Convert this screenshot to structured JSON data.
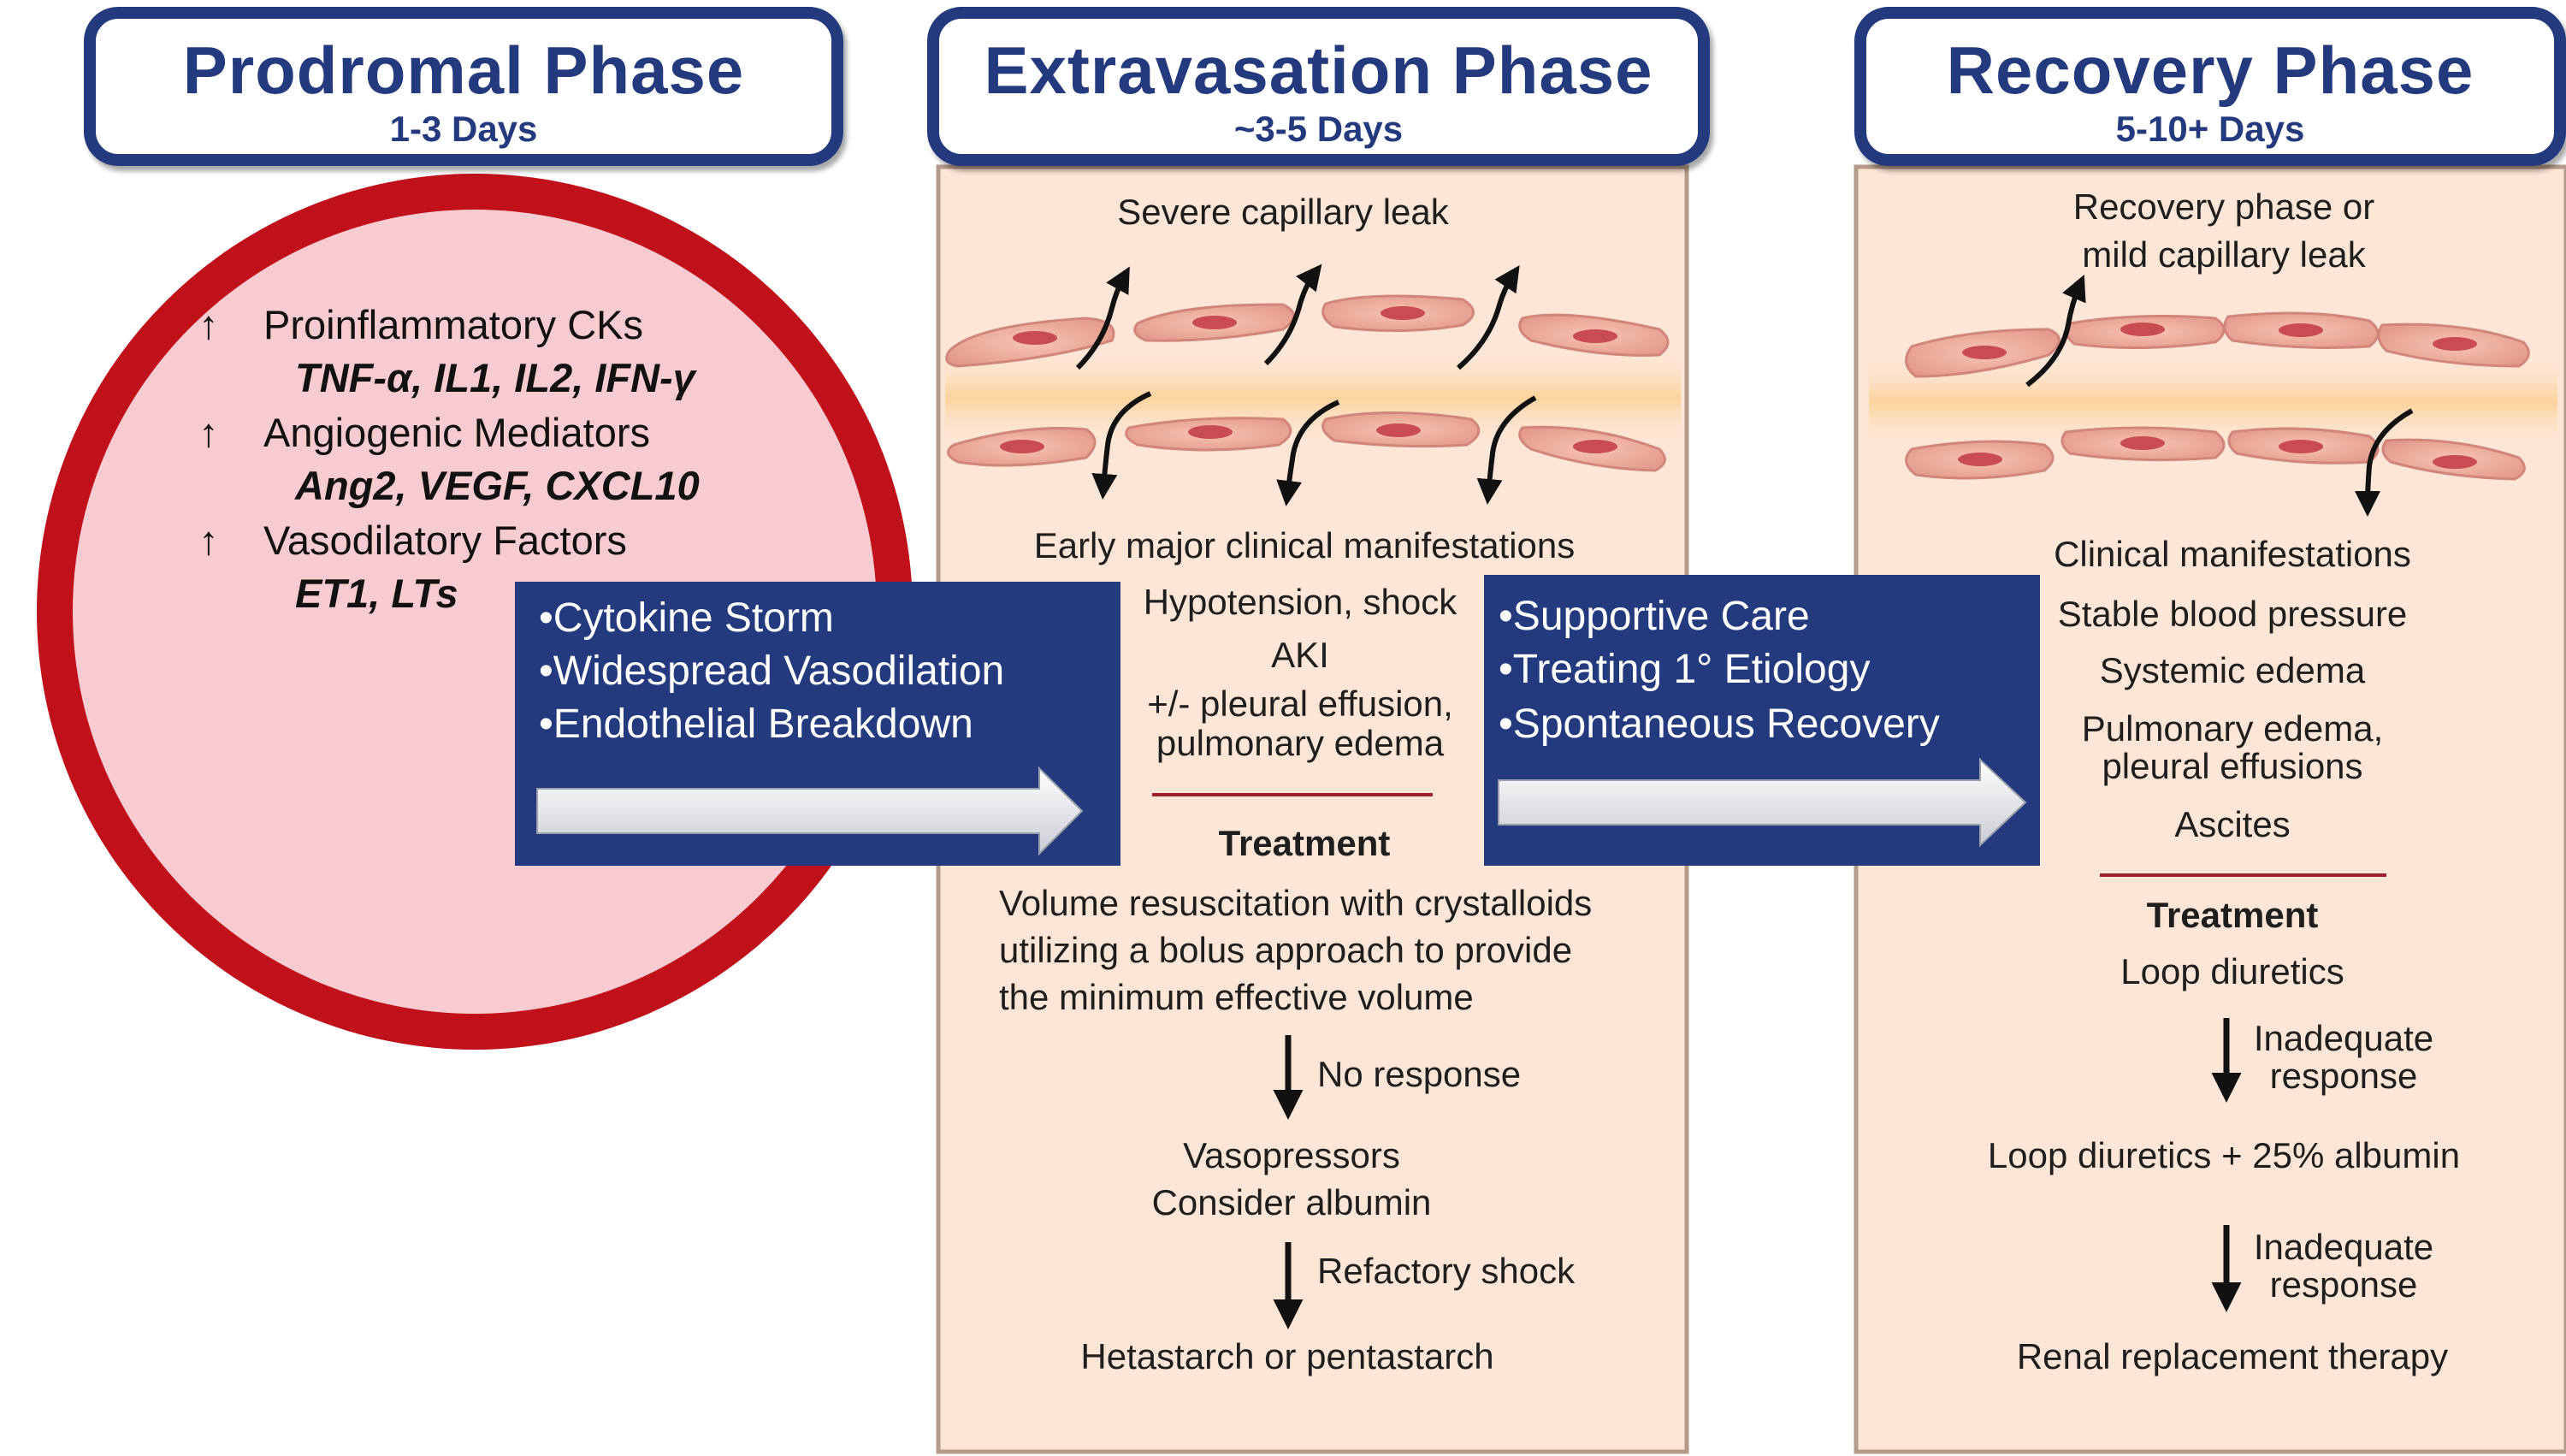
{
  "phases": [
    {
      "title": "Prodromal Phase",
      "duration": "1-3 Days"
    },
    {
      "title": "Extravasation Phase",
      "duration": "~3-5 Days"
    },
    {
      "title": "Recovery Phase",
      "duration": "5-10+ Days"
    }
  ],
  "prodromal": {
    "arrow_symbol": "↑",
    "items": [
      {
        "label": "Proinflammatory CKs",
        "examples": "TNF-α, IL1, IL2, IFN-γ"
      },
      {
        "label": "Angiogenic Mediators",
        "examples": "Ang2, VEGF, CXCL10"
      },
      {
        "label": "Vasodilatory Factors",
        "examples": "ET1, LTs"
      }
    ]
  },
  "transition1": {
    "bullets": [
      "•Cytokine Storm",
      "•Widespread Vasodilation",
      "•Endothelial Breakdown"
    ]
  },
  "transition2": {
    "bullets": [
      "•Supportive Care",
      "•Treating 1° Etiology",
      "•Spontaneous Recovery"
    ]
  },
  "extravasation": {
    "leak_label": "Severe capillary leak",
    "manifest_title": "Early major clinical manifestations",
    "manifest_lines": [
      "Hypotension, shock",
      "AKI",
      "+/- pleural effusion,",
      "pulmonary edema"
    ],
    "treatment_title": "Treatment",
    "treatment_lines": [
      "Volume resuscitation with crystalloids",
      "utilizing a bolus approach to provide",
      "the minimum effective volume"
    ],
    "no_response": "No response",
    "vasopressors": "Vasopressors",
    "consider_albumin": "Consider albumin",
    "refractory": "Refactory shock",
    "final": "Hetastarch or pentastarch"
  },
  "recovery": {
    "leak_label_1": "Recovery phase or",
    "leak_label_2": "mild capillary leak",
    "manifest_title": "Clinical manifestations",
    "manifest_lines": [
      "Stable blood pressure",
      "Systemic edema",
      "Pulmonary edema,",
      "pleural effusions",
      "Ascites"
    ],
    "treatment_title": "Treatment",
    "step1": "Loop diuretics",
    "inadequate_1a": "Inadequate",
    "inadequate_1b": "response",
    "step2": "Loop diuretics + 25% albumin",
    "inadequate_2a": "Inadequate",
    "inadequate_2b": "response",
    "step3": "Renal replacement therapy"
  },
  "colors": {
    "navy": "#243a7e",
    "circle_ring": "#c0101a",
    "circle_fill": "#f7cbcf",
    "panel_fill": "#fde6d6",
    "divider": "#a0202a"
  }
}
